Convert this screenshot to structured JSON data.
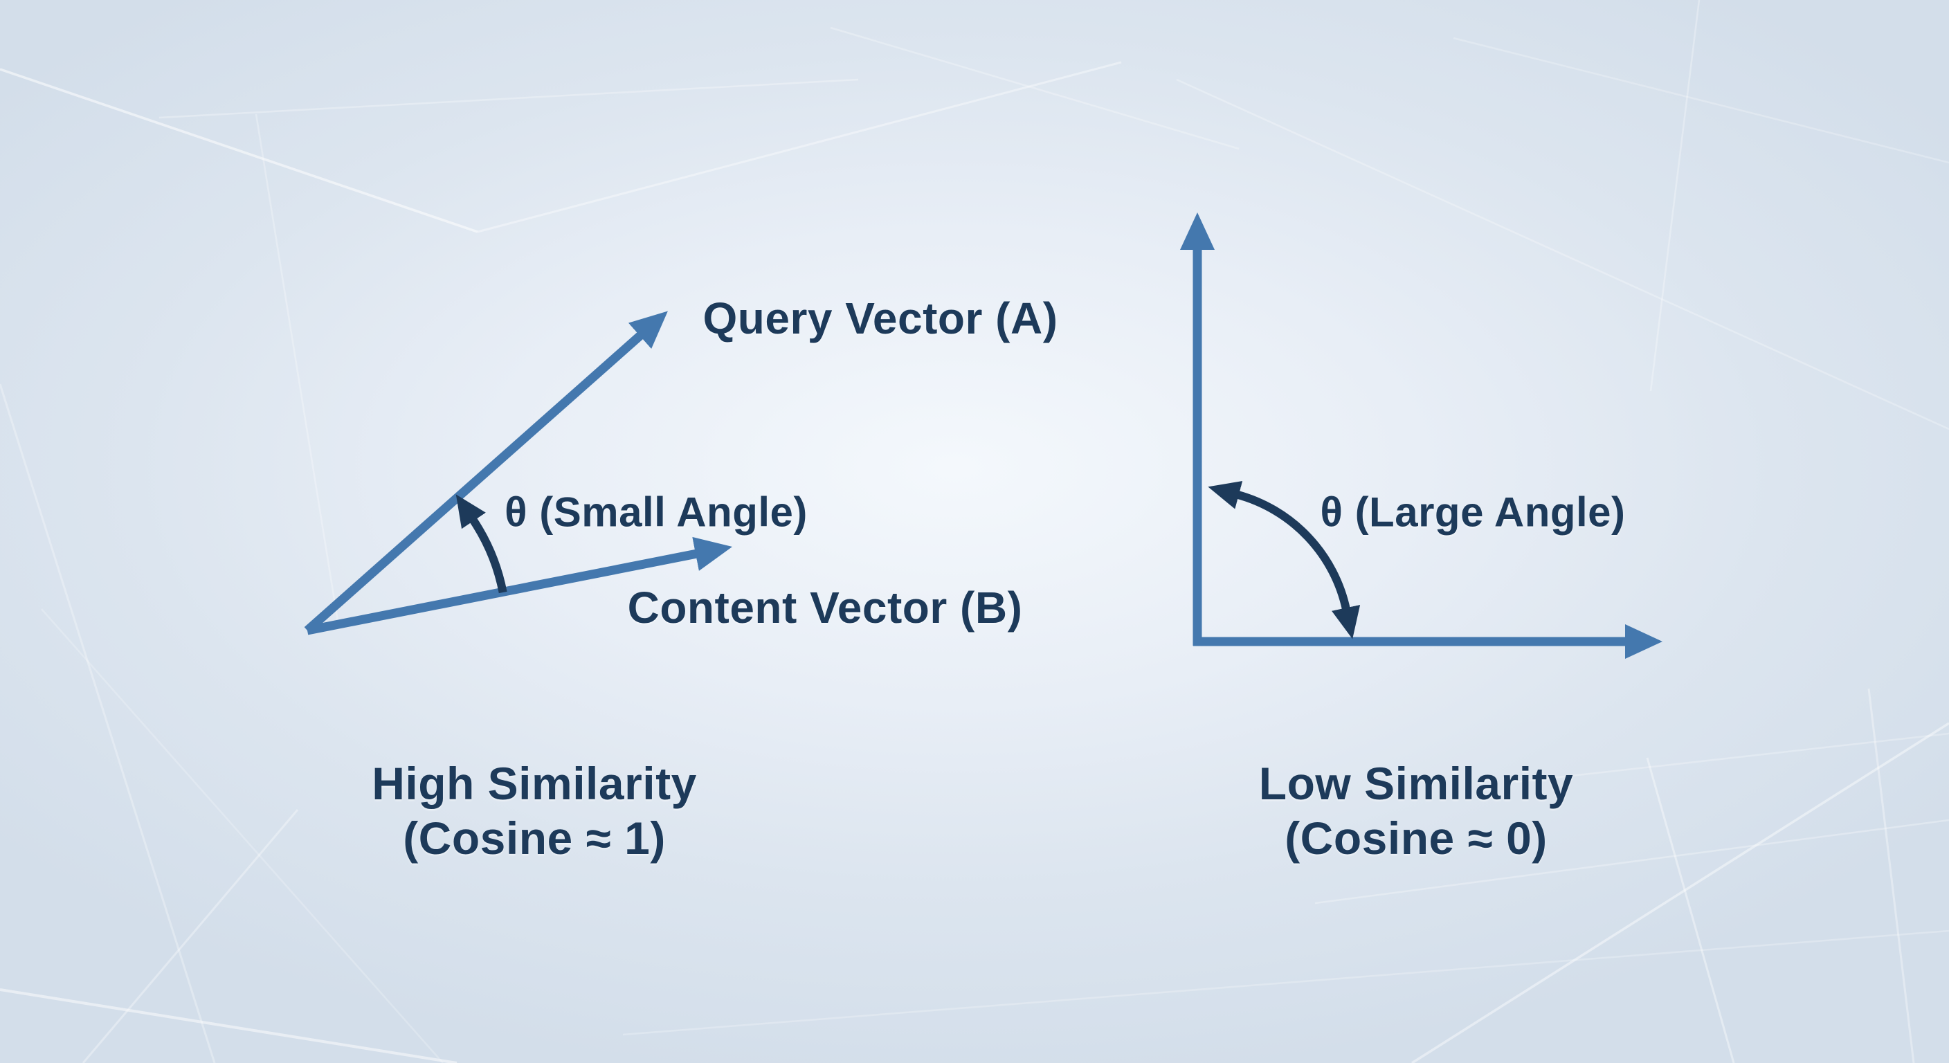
{
  "colors": {
    "background": "#dce5ef",
    "background_highlight": "#f4f8fc",
    "vector_blue": "#4478ae",
    "annotation_navy": "#1d3a5a",
    "text": "#1d3a5a"
  },
  "left_diagram": {
    "query_label": "Query Vector (A)",
    "content_label": "Content Vector (B)",
    "angle_label": "θ (Small Angle)",
    "caption_line1": "High Similarity",
    "caption_line2": "(Cosine ≈ 1)"
  },
  "right_diagram": {
    "angle_label": "θ (Large Angle)",
    "caption_line1": "Low Similarity",
    "caption_line2": "(Cosine ≈ 0)"
  }
}
